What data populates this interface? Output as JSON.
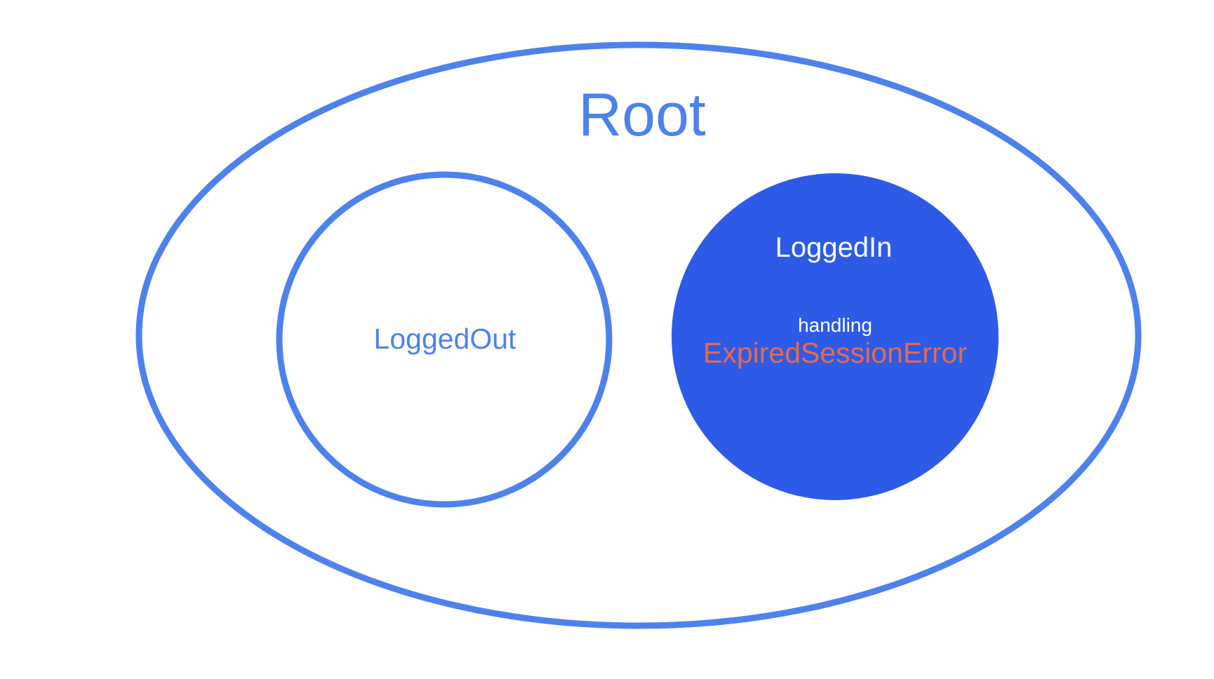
{
  "colors": {
    "outline_blue": "#4d82ec",
    "state_fill_blue": "#2d5be8",
    "label_white": "#ffffff",
    "error_orange": "#e8694b",
    "background": "#ffffff"
  },
  "diagram": {
    "root": {
      "label": "Root"
    },
    "logged_out": {
      "label": "LoggedOut"
    },
    "logged_in": {
      "label": "LoggedIn",
      "handling_prefix": "handling",
      "handled_error": "ExpiredSessionError"
    }
  }
}
